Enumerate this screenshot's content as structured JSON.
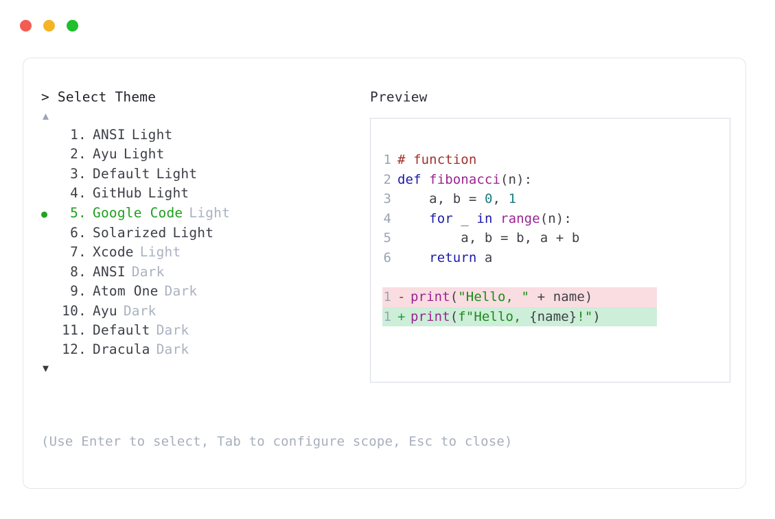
{
  "window": {
    "traffic_lights": [
      {
        "name": "close",
        "color": "#f45b52"
      },
      {
        "name": "minimize",
        "color": "#f5b424"
      },
      {
        "name": "maximize",
        "color": "#1fbf2e"
      }
    ]
  },
  "left_pane": {
    "prompt": "> Select Theme",
    "scroll_up_icon": "▲",
    "scroll_down_icon": "▼",
    "selected_index": 5,
    "selected_bullet": "●",
    "items": [
      {
        "number": "1.",
        "name": "ANSI",
        "variant": "Light",
        "variant_dim": false,
        "selected": false
      },
      {
        "number": "2.",
        "name": "Ayu",
        "variant": "Light",
        "variant_dim": false,
        "selected": false
      },
      {
        "number": "3.",
        "name": "Default",
        "variant": "Light",
        "variant_dim": false,
        "selected": false
      },
      {
        "number": "4.",
        "name": "GitHub",
        "variant": "Light",
        "variant_dim": false,
        "selected": false
      },
      {
        "number": "5.",
        "name": "Google Code",
        "variant": "Light",
        "variant_dim": true,
        "selected": true
      },
      {
        "number": "6.",
        "name": "Solarized",
        "variant": "Light",
        "variant_dim": false,
        "selected": false
      },
      {
        "number": "7.",
        "name": "Xcode",
        "variant": "Light",
        "variant_dim": true,
        "selected": false
      },
      {
        "number": "8.",
        "name": "ANSI",
        "variant": "Dark",
        "variant_dim": true,
        "selected": false
      },
      {
        "number": "9.",
        "name": "Atom One",
        "variant": "Dark",
        "variant_dim": true,
        "selected": false
      },
      {
        "number": "10.",
        "name": "Ayu",
        "variant": "Dark",
        "variant_dim": true,
        "selected": false
      },
      {
        "number": "11.",
        "name": "Default",
        "variant": "Dark",
        "variant_dim": true,
        "selected": false
      },
      {
        "number": "12.",
        "name": "Dracula",
        "variant": "Dark",
        "variant_dim": true,
        "selected": false
      }
    ],
    "hint": "(Use Enter to select, Tab to configure scope, Esc to close)"
  },
  "right_pane": {
    "label": "Preview",
    "code_lines": [
      {
        "ln": "1",
        "tokens": [
          {
            "t": "# function",
            "c": "comment"
          }
        ]
      },
      {
        "ln": "2",
        "tokens": [
          {
            "t": "def ",
            "c": "keyword"
          },
          {
            "t": "fibonacci",
            "c": "function"
          },
          {
            "t": "(n):",
            "c": "punct"
          }
        ]
      },
      {
        "ln": "3",
        "tokens": [
          {
            "t": "    a, b = ",
            "c": "plain"
          },
          {
            "t": "0",
            "c": "number"
          },
          {
            "t": ", ",
            "c": "plain"
          },
          {
            "t": "1",
            "c": "number"
          }
        ]
      },
      {
        "ln": "4",
        "tokens": [
          {
            "t": "    ",
            "c": "plain"
          },
          {
            "t": "for",
            "c": "keyword"
          },
          {
            "t": " _ ",
            "c": "plain"
          },
          {
            "t": "in",
            "c": "keyword"
          },
          {
            "t": " ",
            "c": "plain"
          },
          {
            "t": "range",
            "c": "builtin"
          },
          {
            "t": "(n):",
            "c": "punct"
          }
        ]
      },
      {
        "ln": "5",
        "tokens": [
          {
            "t": "        a, b = b, a + b",
            "c": "plain"
          }
        ]
      },
      {
        "ln": "6",
        "tokens": [
          {
            "t": "    ",
            "c": "plain"
          },
          {
            "t": "return",
            "c": "keyword"
          },
          {
            "t": " a",
            "c": "plain"
          }
        ]
      }
    ],
    "diff_lines": [
      {
        "ln": "1",
        "sign": "-",
        "kind": "minus",
        "tokens": [
          {
            "t": "print",
            "c": "builtin"
          },
          {
            "t": "(",
            "c": "punct"
          },
          {
            "t": "\"Hello, \"",
            "c": "string"
          },
          {
            "t": " + name)",
            "c": "plain"
          }
        ]
      },
      {
        "ln": "1",
        "sign": "+",
        "kind": "plus",
        "tokens": [
          {
            "t": "print",
            "c": "builtin"
          },
          {
            "t": "(",
            "c": "punct"
          },
          {
            "t": "f\"Hello, ",
            "c": "string"
          },
          {
            "t": "{name}",
            "c": "plain"
          },
          {
            "t": "!\"",
            "c": "string"
          },
          {
            "t": ")",
            "c": "punct"
          }
        ]
      }
    ]
  },
  "colors": {
    "accent_green": "#1f9f1f",
    "dim_text": "#aab2c0",
    "body_text": "#3c3f46",
    "diff_minus_bg": "#fadde1",
    "diff_plus_bg": "#cdeed8",
    "card_border": "#e2e5ea",
    "preview_border": "#d6dae2"
  }
}
